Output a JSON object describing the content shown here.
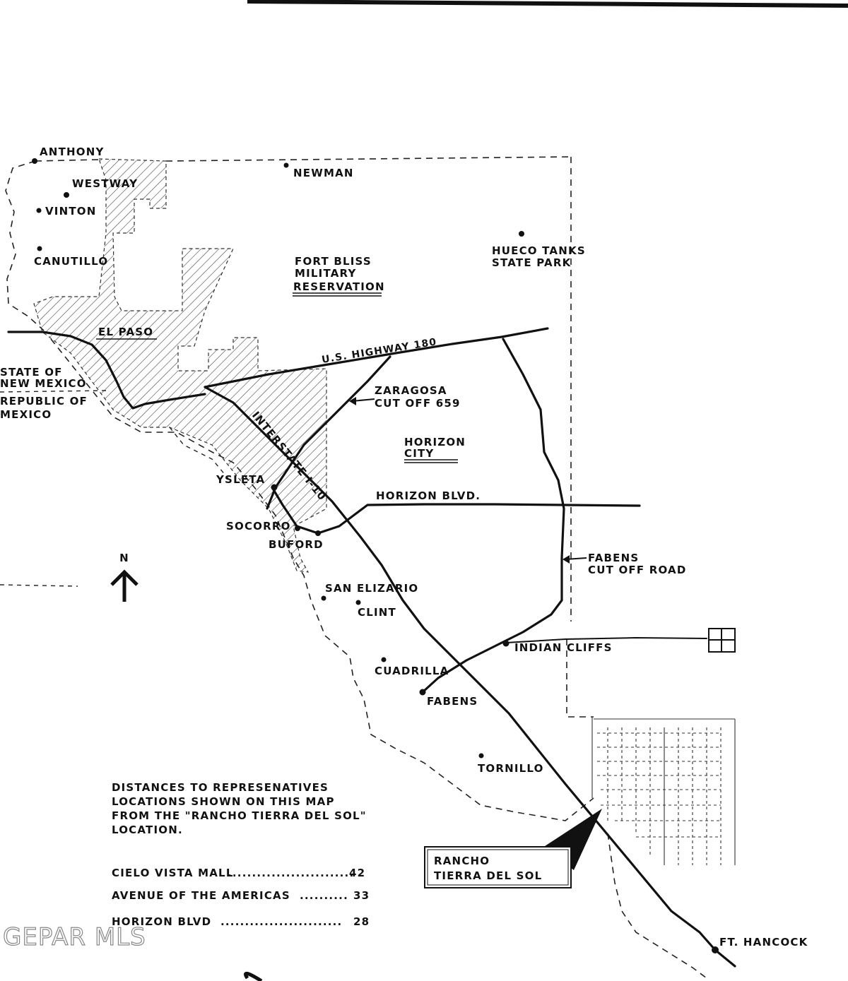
{
  "places": {
    "anthony": "ANTHONY",
    "westway": "WESTWAY",
    "vinton": "VINTON",
    "canutillo": "CANUTILLO",
    "newman": "NEWMAN",
    "hueco_1": "HUECO TANKS",
    "hueco_2": "STATE PARK",
    "fort_bliss_1": "FORT BLISS",
    "fort_bliss_2": "MILITARY",
    "fort_bliss_3": "RESERVATION",
    "el_paso": "EL PASO",
    "state_nm_1": "STATE OF",
    "state_nm_2": "NEW MEXICO",
    "republic_1": "REPUBLIC OF",
    "republic_2": "MEXICO",
    "us_hwy_180": "U.S. HIGHWAY 180",
    "zaragosa_1": "ZARAGOSA",
    "zaragosa_2": "CUT OFF 659",
    "horizon_city_1": "HORIZON",
    "horizon_city_2": "CITY",
    "interstate": "INTERSTATE I-10",
    "ysleta": "YSLETA",
    "horizon_blvd": "HORIZON BLVD.",
    "socorro": "SOCORRO",
    "buford": "BUFORD",
    "fabens_cutoff_1": "FABENS",
    "fabens_cutoff_2": "CUT OFF ROAD",
    "san_elizario": "SAN ELIZARIO",
    "clint": "CLINT",
    "indian_cliffs": "INDIAN CLIFFS",
    "cuadrilla": "CUADRILLA",
    "fabens": "FABENS",
    "tornillo": "TORNILLO",
    "ft_hancock": "FT. HANCOCK",
    "north_arrow": "N"
  },
  "rancho_box": {
    "line1": "RANCHO",
    "line2": "TIERRA DEL SOL"
  },
  "distances": {
    "intro_1": "DISTANCES TO REPRESENATIVES",
    "intro_2": "LOCATIONS SHOWN ON THIS MAP",
    "intro_3": "FROM THE \"RANCHO TIERRA DEL SOL\"",
    "intro_4": "LOCATION.",
    "rows": [
      {
        "label": "CIELO VISTA MALL",
        "leader": "..........................",
        "value": "42"
      },
      {
        "label": "AVENUE OF THE AMERICAS",
        "leader": "..........",
        "value": "33"
      },
      {
        "label": "HORIZON BLVD",
        "leader": ".........................",
        "value": "28"
      }
    ]
  },
  "watermark": "GEPAR MLS"
}
